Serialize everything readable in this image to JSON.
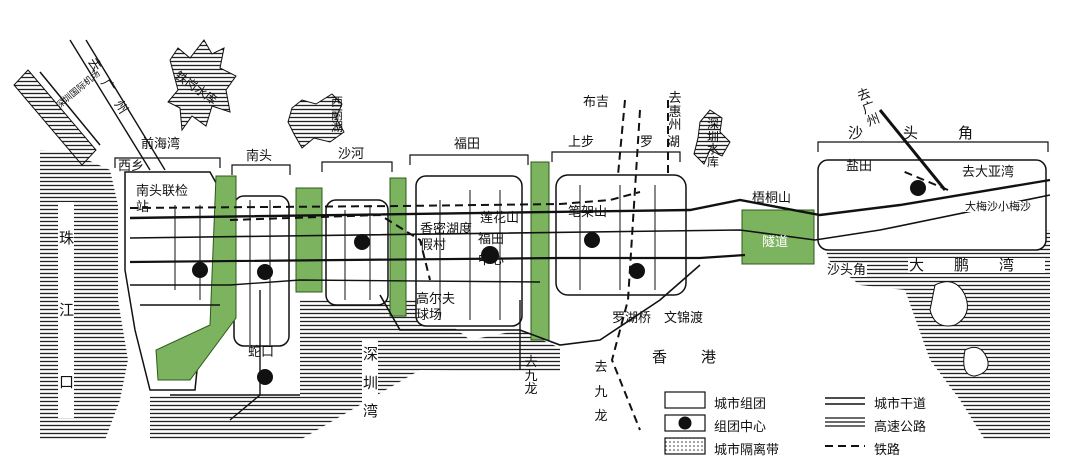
{
  "districts": {
    "qianhaiwan": "前海湾",
    "nantou": "南头",
    "shahe": "沙河",
    "futian": "福田",
    "shangbu": "上步",
    "shatoujiao_top": "沙头角"
  },
  "places": {
    "xixiang": "西乡",
    "nantou_checkpoint": "南头联检站",
    "xiangmi_lake": "香密湖度假村",
    "lianhuashan": "莲花山",
    "futian_center": "福田中心",
    "bijiashan": "笔架山",
    "golf_course": "高尔夫球场",
    "shekou": "蛇口",
    "wutongshan": "梧桐山",
    "tunnel": "隧道",
    "yantian": "盐田",
    "to_dayawan": "去大亚湾",
    "dameisha": "大梅沙小梅沙",
    "shatoujiao": "沙头角",
    "luohu_bridge": "罗湖桥",
    "wenjindu": "文锦渡",
    "buji": "布吉",
    "luohu": "罗湖",
    "shenzhen_airport": "深圳国际机场",
    "tiegang_reservoir": "铁岗水库",
    "xili_lake": "西丽湖",
    "shenzhen_reservoir": "深圳水库"
  },
  "directions": {
    "to_guangzhou": "去广州",
    "to_guangzhou_east": "去广州",
    "to_huizhou": "去惠州",
    "to_kowloon": "去九龙",
    "to_kowloon_rail": "去九龙"
  },
  "water": {
    "pearl_river": "珠江口",
    "shenzhen_bay": "深圳湾",
    "hongkong": "香港",
    "dapeng_bay": "大鹏湾"
  },
  "legend": {
    "city_cluster": "城市组团",
    "cluster_center": "组团中心",
    "separation_belt": "城市隔离带",
    "arterial": "城市干道",
    "expressway": "高速公路",
    "railway": "铁路"
  },
  "colors": {
    "green_belt": "#7cb35e",
    "water_hatch": "#333333",
    "road": "#111111"
  }
}
